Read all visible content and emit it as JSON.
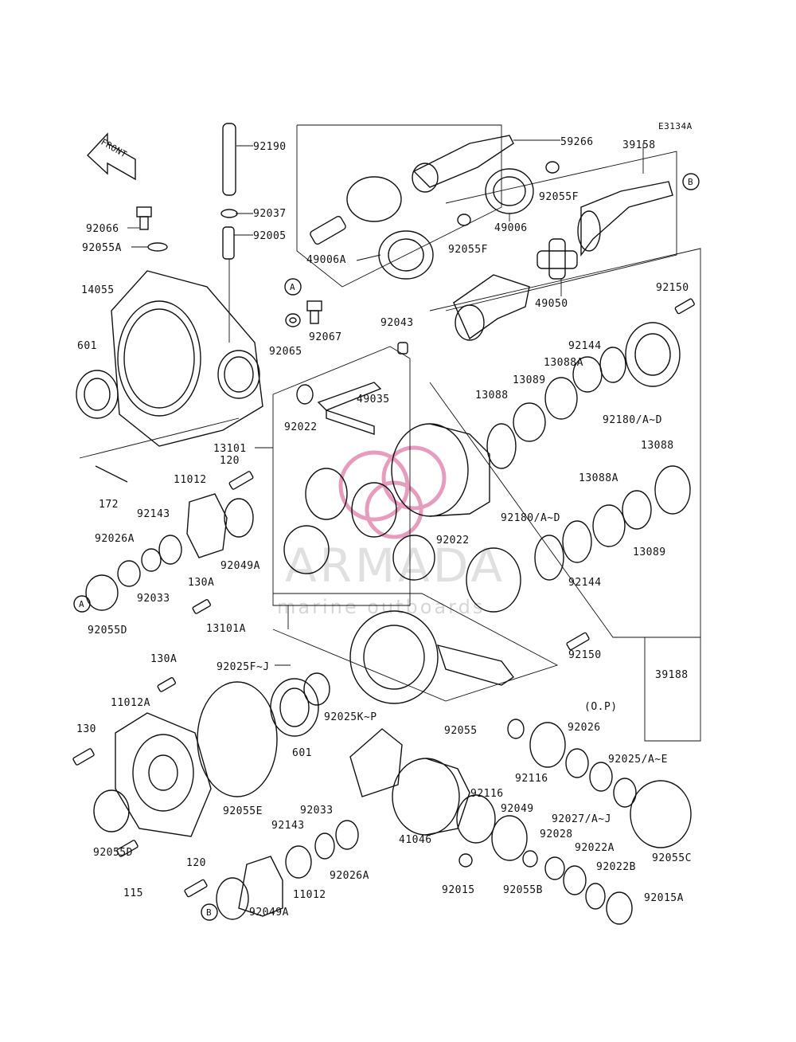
{
  "diagram_code": "E3134A",
  "front_label": "FRONT",
  "watermark": {
    "brand": "ARMADA",
    "tagline": "marine outboards",
    "logo_color": "#e79bbd"
  },
  "callouts": {
    "A": "A",
    "B": "B"
  },
  "labels": {
    "p92190": "92190",
    "p92037": "92037",
    "p92005": "92005",
    "p92066": "92066",
    "p92055A": "92055A",
    "p14055": "14055",
    "p601a": "601",
    "p92065": "92065",
    "p92067": "92067",
    "p59266": "59266",
    "p39158": "39158",
    "p92055F_a": "92055F",
    "p49006": "49006",
    "p49006A": "49006A",
    "p92055F_b": "92055F",
    "p49050": "49050",
    "p92150a": "92150",
    "p92043": "92043",
    "p49035": "49035",
    "p92022a": "92022",
    "p13101": "13101",
    "p92144a": "92144",
    "p13088A_a": "13088A",
    "p13089a": "13089",
    "p13088a": "13088",
    "p92180a": "92180/A~D",
    "p13088b": "13088",
    "p13088A_b": "13088A",
    "p92180b": "92180/A~D",
    "p13089b": "13089",
    "p92144b": "92144",
    "p92022b": "92022",
    "p172": "172",
    "p120a": "120",
    "p11012a": "11012",
    "p92143a": "92143",
    "p92026A_a": "92026A",
    "p92049A_a": "92049A",
    "p92033a": "92033",
    "p130A_a": "130A",
    "p92055D_a": "92055D",
    "p13101A": "13101A",
    "p92150b": "92150",
    "p130A_b": "130A",
    "p92025FJ": "92025F~J",
    "p39188": "39188",
    "p_op": "(O.P)",
    "p11012A": "11012A",
    "p130": "130",
    "p601b": "601",
    "p92025KP": "92025K~P",
    "p92055": "92055",
    "p92026": "92026",
    "p92116a": "92116",
    "p92025AE": "92025/A~E",
    "p92055E": "92055E",
    "p92116b": "92116",
    "p92049": "92049",
    "p92027": "92027/A~J",
    "p92033b": "92033",
    "p92143b": "92143",
    "p92028": "92028",
    "p92022A": "92022A",
    "p92055C": "92055C",
    "p92055D_b": "92055D",
    "p41046": "41046",
    "p92026A_b": "92026A",
    "p92022B": "92022B",
    "p120b": "120",
    "p115": "115",
    "p92015": "92015",
    "p92055B": "92055B",
    "p11012b": "11012",
    "p92015A": "92015A",
    "p92049A_b": "92049A"
  }
}
